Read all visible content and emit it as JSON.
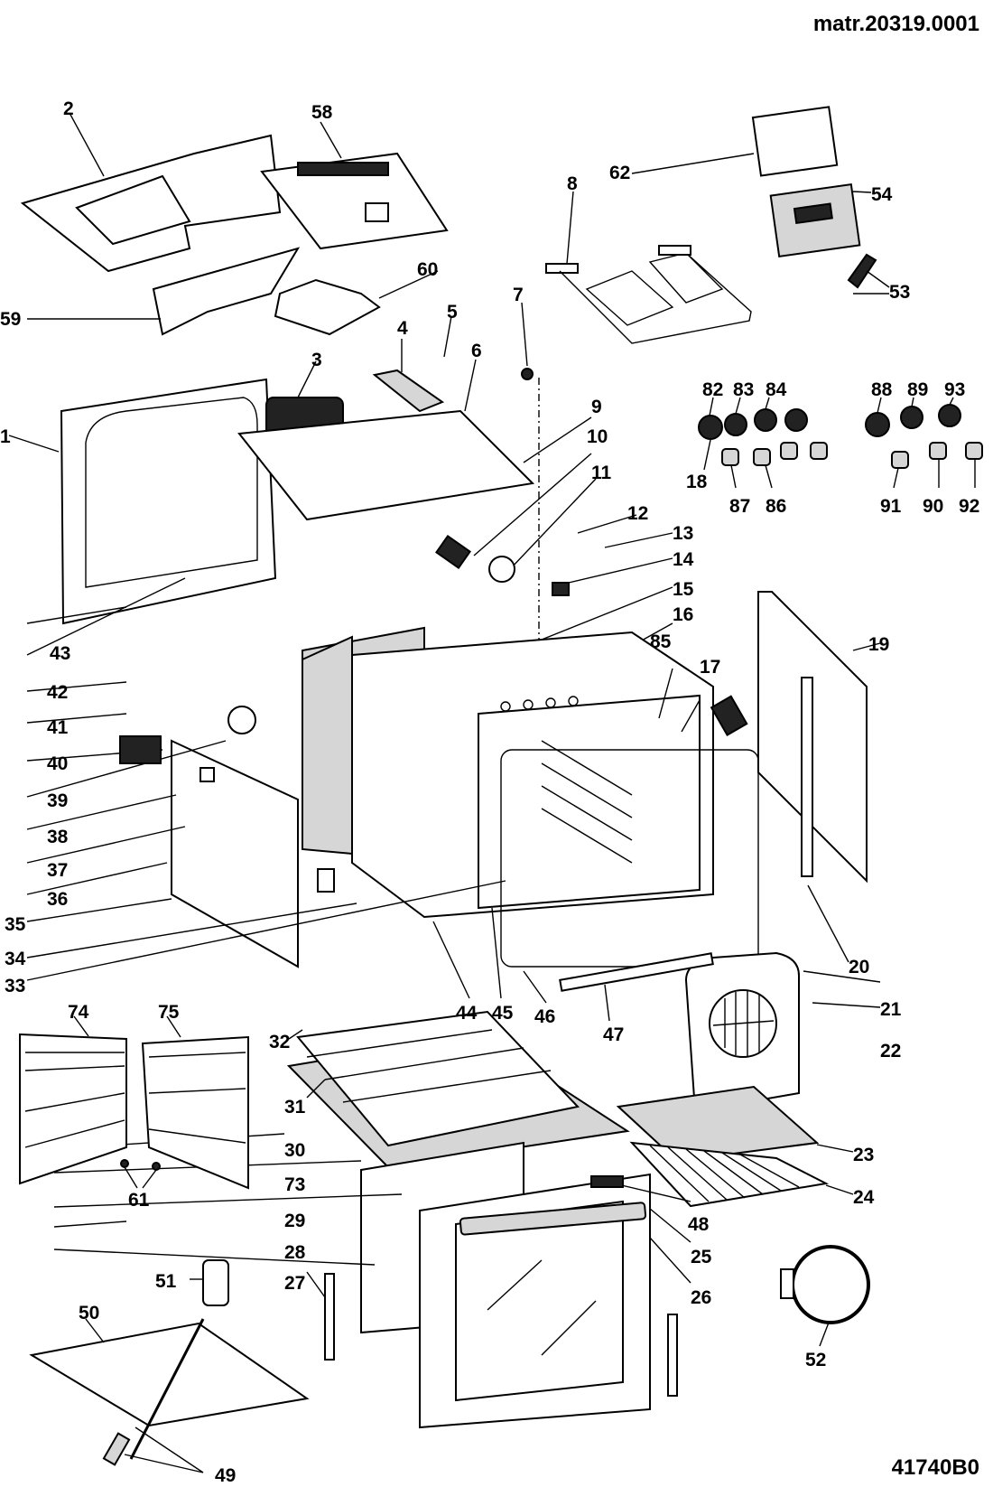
{
  "header": {
    "matricola": "matr.20319.0001"
  },
  "footer": {
    "drawing_code": "41740B0"
  },
  "diagram": {
    "type": "exploded-parts-view",
    "subject": "built-in oven",
    "labels": {
      "p1": "1",
      "p2": "2",
      "p3": "3",
      "p4": "4",
      "p5": "5",
      "p6": "6",
      "p7": "7",
      "p8": "8",
      "p9": "9",
      "p10": "10",
      "p11": "11",
      "p12": "12",
      "p13": "13",
      "p14": "14",
      "p15": "15",
      "p16": "16",
      "p17": "17",
      "p18": "18",
      "p19": "19",
      "p20": "20",
      "p21": "21",
      "p22": "22",
      "p23": "23",
      "p24": "24",
      "p25": "25",
      "p26": "26",
      "p27": "27",
      "p28": "28",
      "p29": "29",
      "p30": "30",
      "p31": "31",
      "p32": "32",
      "p33": "33",
      "p34": "34",
      "p35": "35",
      "p36": "36",
      "p37": "37",
      "p38": "38",
      "p39": "39",
      "p40": "40",
      "p41": "41",
      "p42": "42",
      "p43": "43",
      "p44": "44",
      "p45": "45",
      "p46": "46",
      "p47": "47",
      "p48": "48",
      "p49": "49",
      "p50": "50",
      "p51": "51",
      "p52": "52",
      "p53": "53",
      "p54": "54",
      "p58": "58",
      "p59": "59",
      "p60": "60",
      "p61": "61",
      "p62": "62",
      "p73": "73",
      "p74": "74",
      "p75": "75",
      "p82": "82",
      "p83": "83",
      "p84": "84",
      "p85": "85",
      "p86": "86",
      "p87": "87",
      "p88": "88",
      "p89": "89",
      "p90": "90",
      "p91": "91",
      "p92": "92",
      "p93": "93"
    }
  }
}
